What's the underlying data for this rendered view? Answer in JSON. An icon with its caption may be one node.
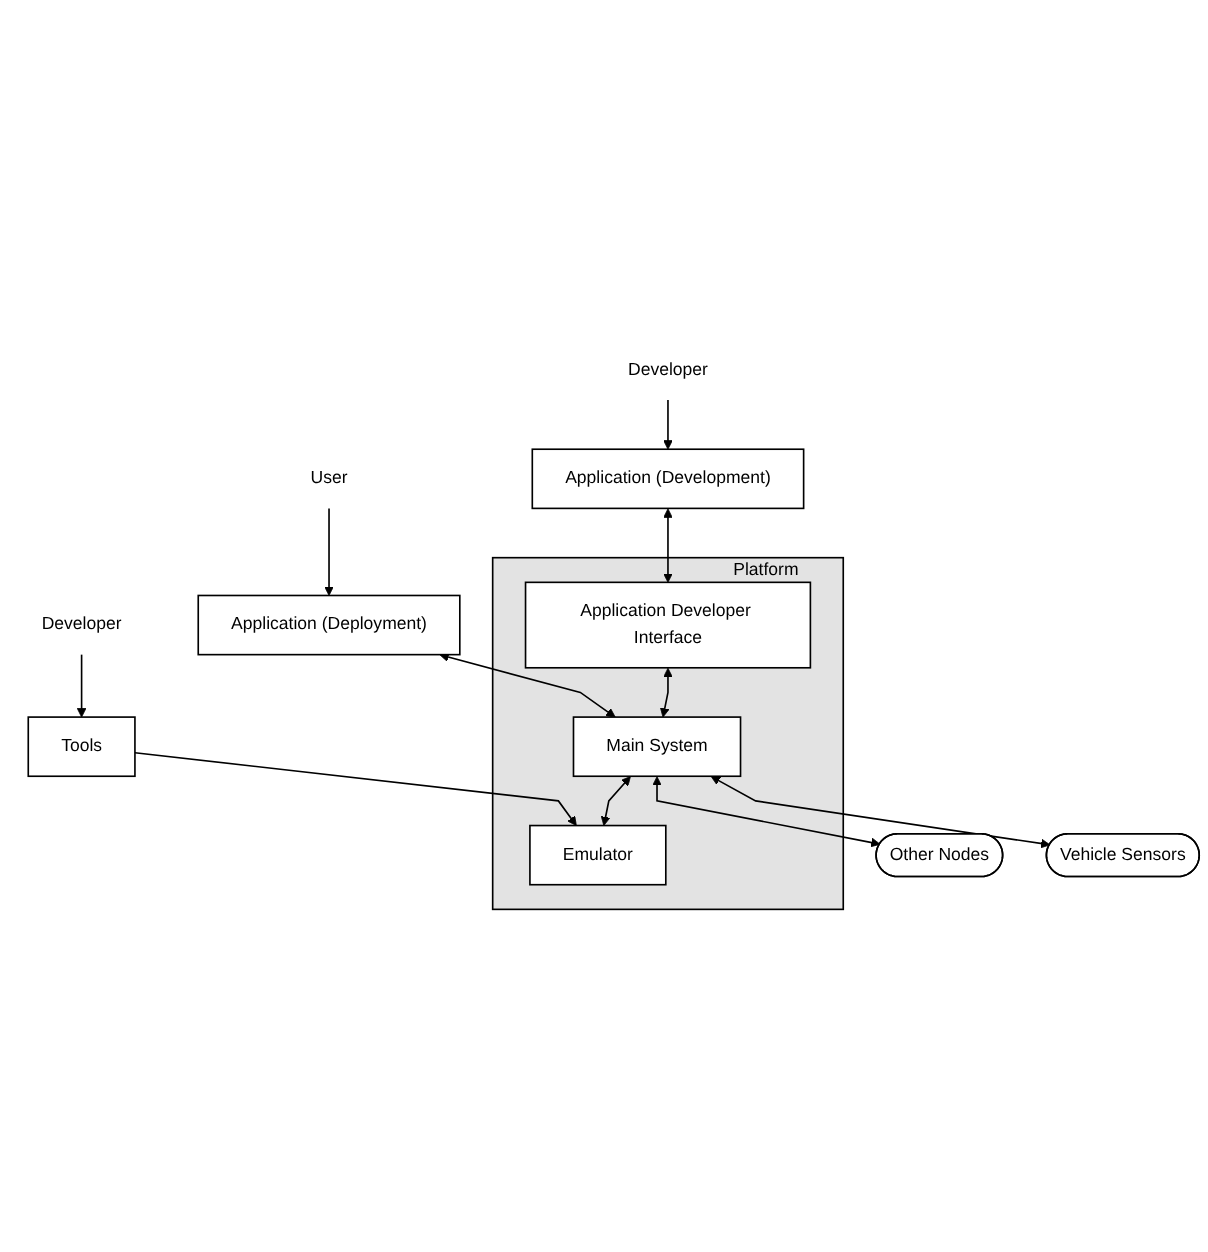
{
  "diagram": {
    "nodes": [
      {
        "text": [
          "User"
        ]
      },
      {
        "text": [
          "Developer"
        ]
      },
      {
        "text": [
          "Developer"
        ]
      },
      {
        "text": [
          "Application (Deployment)"
        ]
      },
      {
        "text": [
          "Application (Development)"
        ]
      },
      {
        "text": [
          "Tools"
        ]
      },
      {
        "text": [
          "Platform"
        ]
      },
      {
        "text": [
          "Application Developer Interface"
        ],
        "in": 6
      },
      {
        "text": [
          "Emulator"
        ],
        "in": 6
      },
      {
        "text": [
          "Main System"
        ],
        "in": 6
      },
      {
        "text": [
          "Other Nodes"
        ]
      },
      {
        "text": [
          "Vehicle Sensors"
        ]
      }
    ],
    "edges": [
      {
        "from": 0,
        "to": 3,
        "arrow": "to"
      },
      {
        "from": 1,
        "to": 4,
        "arrow": "to"
      },
      {
        "from": 2,
        "to": 5,
        "arrow": "to"
      },
      {
        "from": 3,
        "to": 9,
        "arrow": "both"
      },
      {
        "from": 4,
        "to": 7,
        "arrow": "both"
      },
      {
        "from": 5,
        "to": 8,
        "arrow": "to"
      },
      {
        "from": 7,
        "to": 9,
        "arrow": "both"
      },
      {
        "from": 9,
        "to": 8,
        "arrow": "both"
      },
      {
        "from": 9,
        "to": 10,
        "arrow": "both"
      },
      {
        "from": 9,
        "to": 11,
        "arrow": "both"
      }
    ]
  }
}
